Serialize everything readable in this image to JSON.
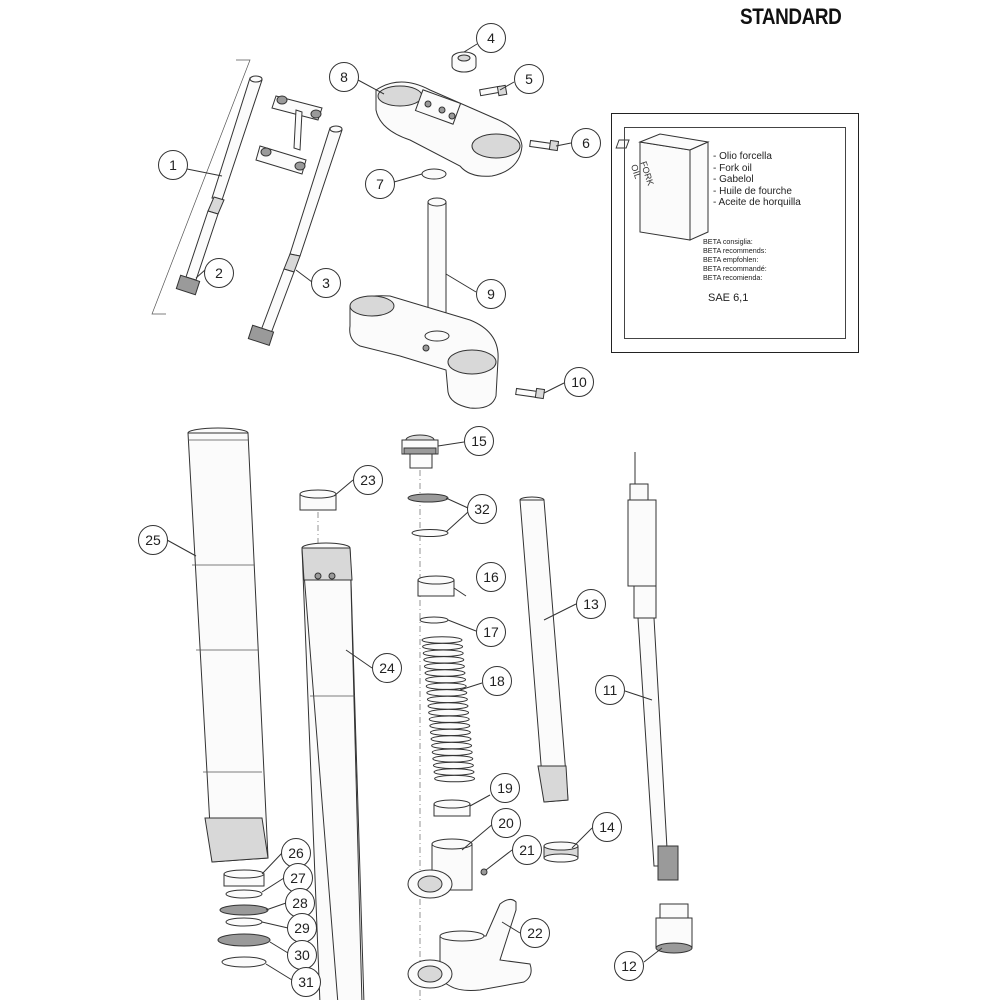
{
  "header": {
    "title": "STANDARD"
  },
  "info_box": {
    "can_label": "FORK OIL",
    "oil_names": [
      "- Olio forcella",
      "- Fork oil",
      "- Gabelol",
      "- Huile de fourche",
      "- Aceite de horquilla"
    ],
    "recommend_lines": [
      "BETA consiglia:",
      "BETA recommends:",
      "BETA empfohlen:",
      "BETA recommandé:",
      "BETA recomienda:"
    ],
    "oil_grade": "SAE 6,1"
  },
  "callouts": [
    {
      "id": "c1",
      "label": "1"
    },
    {
      "id": "c2",
      "label": "2"
    },
    {
      "id": "c3",
      "label": "3"
    },
    {
      "id": "c4",
      "label": "4"
    },
    {
      "id": "c5",
      "label": "5"
    },
    {
      "id": "c6",
      "label": "6"
    },
    {
      "id": "c7",
      "label": "7"
    },
    {
      "id": "c8",
      "label": "8"
    },
    {
      "id": "c9",
      "label": "9"
    },
    {
      "id": "c10",
      "label": "10"
    },
    {
      "id": "c11",
      "label": "11"
    },
    {
      "id": "c12",
      "label": "12"
    },
    {
      "id": "c13",
      "label": "13"
    },
    {
      "id": "c14",
      "label": "14"
    },
    {
      "id": "c15",
      "label": "15"
    },
    {
      "id": "c16",
      "label": "16"
    },
    {
      "id": "c17",
      "label": "17"
    },
    {
      "id": "c18",
      "label": "18"
    },
    {
      "id": "c19",
      "label": "19"
    },
    {
      "id": "c20",
      "label": "20"
    },
    {
      "id": "c21",
      "label": "21"
    },
    {
      "id": "c22",
      "label": "22"
    },
    {
      "id": "c23",
      "label": "23"
    },
    {
      "id": "c24",
      "label": "24"
    },
    {
      "id": "c25",
      "label": "25"
    },
    {
      "id": "c26",
      "label": "26"
    },
    {
      "id": "c27",
      "label": "27"
    },
    {
      "id": "c28",
      "label": "28"
    },
    {
      "id": "c29",
      "label": "29"
    },
    {
      "id": "c30",
      "label": "30"
    },
    {
      "id": "c31",
      "label": "31"
    },
    {
      "id": "c32",
      "label": "32"
    }
  ]
}
